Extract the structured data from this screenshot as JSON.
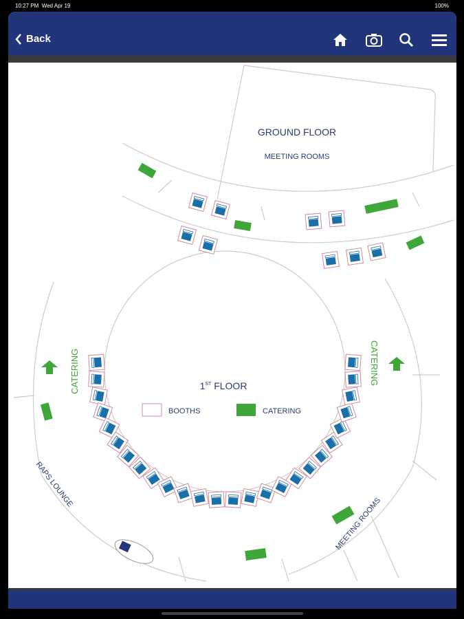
{
  "status_bar": {
    "time": "10:27 PM",
    "date": "Wed Apr 19",
    "battery": "100%"
  },
  "nav": {
    "back_label": "Back",
    "icons": [
      "home-icon",
      "camera-icon",
      "search-icon",
      "menu-icon"
    ]
  },
  "map": {
    "ground_floor_title": "GROUND FLOOR",
    "ground_meeting_rooms": "MEETING ROOMS",
    "first_floor_title": "1",
    "first_floor_sup": "ST",
    "first_floor_suffix": " FLOOR",
    "legend": {
      "booths": "BOOTHS",
      "catering": "CATERING"
    },
    "catering_left": "CATERING",
    "catering_right": "CATERING",
    "raps_lounge": "RAPS LOUNGE",
    "meeting_rooms": "MEETING ROOMS",
    "colors": {
      "navy": "#22357a",
      "green": "#3fa63a",
      "booth_blue": "#1b6fa8",
      "booth_border": "#d28a9a",
      "text": "#2c3a6e"
    }
  }
}
